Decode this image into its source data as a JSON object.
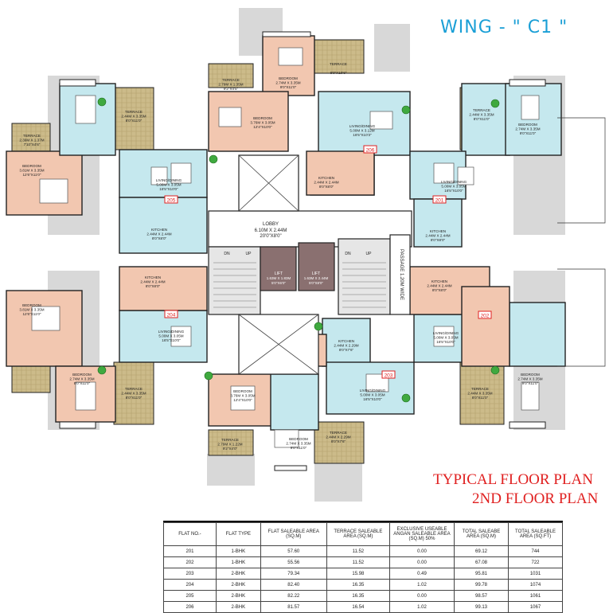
{
  "wing_title": "WING - \" C1 \"",
  "plan_titles": [
    "TYPICAL FLOOR PLAN",
    "2ND FLOOR PLAN"
  ],
  "colors": {
    "bedroom": "#f2c7b0",
    "living": "#c5e8ee",
    "terrace": "#ccbb8a",
    "lift": "#8a7070",
    "stair": "#e6e6e6",
    "wall": "#222222",
    "red": "#e02020",
    "title_blue": "#1a9fd6"
  },
  "labels": {
    "lobby": "LOBBY",
    "lobby_size_m": "6.10M X 2.44M",
    "lobby_size_ft": "20'0\"X8'0\"",
    "passage": "PASSAGE 1.20M WIDE",
    "lift_left": "LIFT",
    "lift_left_size": "1.63M X 1.83M",
    "lift_left_ft": "5'0\"X6'0\"",
    "lift_right": "LIFT",
    "lift_right_size": "1.63M X 2.44M",
    "lift_right_ft": "5'0\"X8'0\"",
    "dn": "DN",
    "up": "UP"
  },
  "flat_badges": [
    "206",
    "205",
    "201",
    "204",
    "202",
    "203"
  ],
  "rooms": [
    {
      "name": "BEDROOM",
      "size": "2.74M X 3.35M",
      "ft": "9'0\"X11'0\""
    },
    {
      "name": "TERRACE",
      "size": "",
      "ft": "8'0\"X10'6\""
    },
    {
      "name": "TERRACE",
      "size": "2.79M X 1.35M",
      "ft": "9'2\"X4'5\""
    },
    {
      "name": "BEDROOM",
      "size": "3.76M X 3.05M",
      "ft": "12'4\"X10'0\""
    },
    {
      "name": "LIVING/DINING",
      "size": "5.00M X 3.12M",
      "ft": "16'5\"X10'3\""
    },
    {
      "name": "KITCHEN",
      "size": "2.44M X 2.44M",
      "ft": "8'0\"X8'0\""
    },
    {
      "name": "TERRACE",
      "size": "2.44M X 3.35M",
      "ft": "8'0\"X11'0\""
    },
    {
      "name": "BEDROOM",
      "size": "2.74M X 3.35M",
      "ft": "9'0\"X11'0\""
    },
    {
      "name": "LIVING/DINING",
      "size": "5.00M X 3.05M",
      "ft": "16'5\"X10'0\""
    },
    {
      "name": "KITCHEN",
      "size": "2.44M X 2.44M",
      "ft": "8'0\"X8'0\""
    },
    {
      "name": "TERRACE",
      "size": "2.44M X 3.35M",
      "ft": "8'0\"X11'0\""
    },
    {
      "name": "BEDROOM",
      "size": "3.81M X 3.35M",
      "ft": "12'6\"X11'0\""
    },
    {
      "name": "TERRACE",
      "size": "2.39M X 1.37M",
      "ft": "7'10\"X4'6\""
    },
    {
      "name": "LIVING/DINING",
      "size": "5.00M X 3.05M",
      "ft": "16'5\"X10'0\""
    },
    {
      "name": "KITCHEN",
      "size": "2.44M X 2.44M",
      "ft": "8'0\"X8'0\""
    },
    {
      "name": "KITCHEN",
      "size": "2.44M X 2.44M",
      "ft": "8'0\"X8'0\""
    },
    {
      "name": "BEDROOM",
      "size": "3.81M X 3.35M",
      "ft": "12'6\"X11'0\""
    },
    {
      "name": "LIVING/DINING",
      "size": "5.00M X 3.05M",
      "ft": "16'5\"X10'0\""
    },
    {
      "name": "BEDROOM",
      "size": "2.74M X 3.35M",
      "ft": "9'0\"X11'0\""
    },
    {
      "name": "TERRACE",
      "size": "2.44M X 3.35M",
      "ft": "8'0\"X11'0\""
    },
    {
      "name": "KITCHEN",
      "size": "2.44M X 2.44M",
      "ft": "8'0\"X8'0\""
    },
    {
      "name": "LIVING/DINING",
      "size": "5.00M X 3.05M",
      "ft": "16'5\"X10'0\""
    },
    {
      "name": "BEDROOM",
      "size": "2.74M X 3.35M",
      "ft": "9'0\"X11'0\""
    },
    {
      "name": "TERRACE",
      "size": "2.44M X 3.35M",
      "ft": "8'0\"X11'0\""
    },
    {
      "name": "KITCHEN",
      "size": "2.44M X 2.29M",
      "ft": "8'0\"X7'6\""
    },
    {
      "name": "LIVING/DINING",
      "size": "5.00M X 3.05M",
      "ft": "16'5\"X10'0\""
    },
    {
      "name": "BEDROOM",
      "size": "3.76M X 3.05M",
      "ft": "12'4\"X10'0\""
    },
    {
      "name": "TERRACE",
      "size": "2.79M X 1.22M",
      "ft": "9'2\"X4'0\""
    },
    {
      "name": "BEDROOM",
      "size": "2.74M X 3.35M",
      "ft": "9'0\"X11'0\""
    },
    {
      "name": "TERRACE",
      "size": "2.44M X 2.29M",
      "ft": "8'0\"X7'6\""
    }
  ],
  "table": {
    "headers": [
      "FLAT NO.-",
      "FLAT TYPE",
      "FLAT SALEABLE AREA (SQ.M)",
      "TERRACE SALEABLE AREA (SQ.M)",
      "EXCLUSIVE USEABLE ANGAN SALEABLE AREA (SQ.M) 50%",
      "TOTAL SALEABE AREA (SQ.M)",
      "TOTAL SALEABLE AREA (SQ.FT)"
    ],
    "rows": [
      [
        "201",
        "1-BHK",
        "57.60",
        "11.52",
        "0.00",
        "69.12",
        "744"
      ],
      [
        "202",
        "1-BHK",
        "55.56",
        "11.52",
        "0.00",
        "67.08",
        "722"
      ],
      [
        "203",
        "2-BHK",
        "79.34",
        "15.98",
        "0.49",
        "95.81",
        "1031"
      ],
      [
        "204",
        "2-BHK",
        "82.40",
        "16.35",
        "1.02",
        "99.78",
        "1074"
      ],
      [
        "205",
        "2-BHK",
        "82.22",
        "16.35",
        "0.00",
        "98.57",
        "1061"
      ],
      [
        "206",
        "2-BHK",
        "81.57",
        "16.54",
        "1.02",
        "99.13",
        "1067"
      ]
    ]
  }
}
